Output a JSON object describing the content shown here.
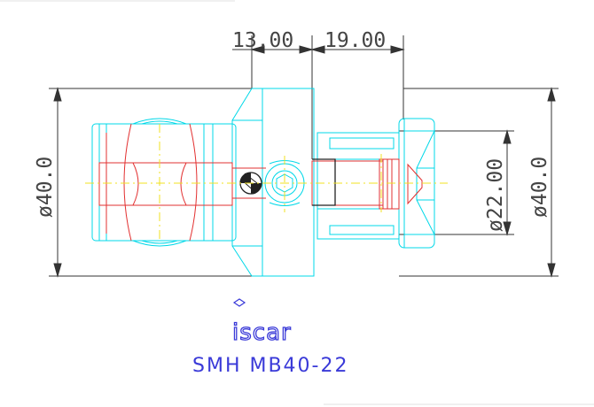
{
  "dimensions": {
    "top_left": "13.00",
    "top_right": "19.00",
    "left_diameter": "ø40.0",
    "right_diameter_large": "ø40.0",
    "right_diameter_small": "ø22.00"
  },
  "brand": {
    "logo_text": "iscar"
  },
  "part": {
    "designation": "SMH MB40-22"
  },
  "colors": {
    "cyan": "#00d8e8",
    "red": "#e23030",
    "yellow": "#f0e020",
    "dim": "#333333",
    "blue": "#3a3ad8"
  }
}
